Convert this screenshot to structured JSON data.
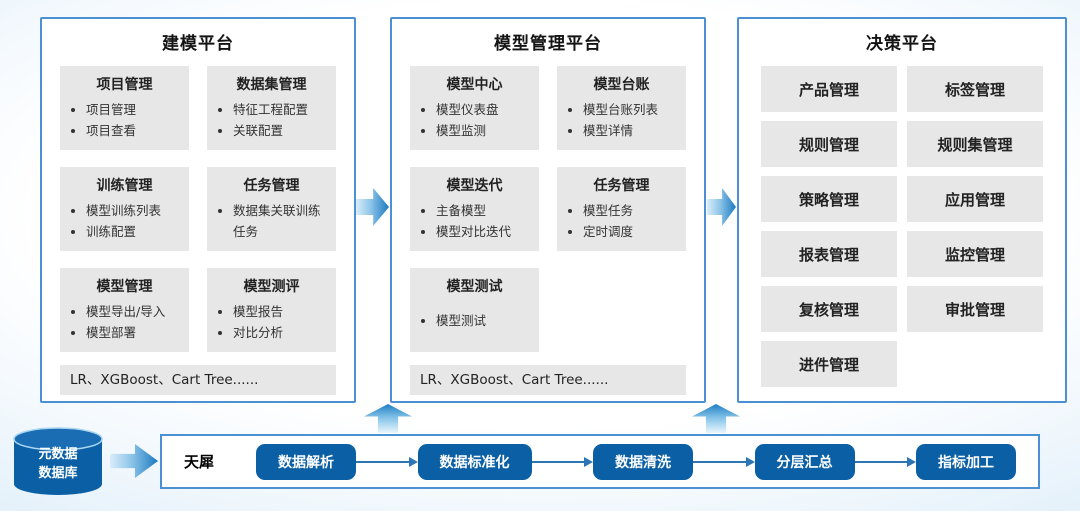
{
  "colors": {
    "panel_border": "#4a90d2",
    "card_bg": "#e7e7e7",
    "accent_blue": "#0b5fa5",
    "arrow_gradient_light": "#d9edf9",
    "arrow_gradient_dark": "#1b79c0"
  },
  "platforms": [
    {
      "title": "建模平台",
      "cards": [
        {
          "title": "项目管理",
          "items": [
            "项目管理",
            "项目查看"
          ]
        },
        {
          "title": "数据集管理",
          "items": [
            "特征工程配置",
            "关联配置"
          ]
        },
        {
          "title": "训练管理",
          "items": [
            "模型训练列表",
            "训练配置"
          ]
        },
        {
          "title": "任务管理",
          "items": [
            "数据集关联训练任务"
          ]
        },
        {
          "title": "模型管理",
          "items": [
            "模型导出/导入",
            "模型部署"
          ]
        },
        {
          "title": "模型测评",
          "items": [
            "模型报告",
            "对比分析"
          ]
        }
      ],
      "footer": "LR、XGBoost、Cart Tree......"
    },
    {
      "title": "模型管理平台",
      "cards": [
        {
          "title": "模型中心",
          "items": [
            "模型仪表盘",
            "模型监测"
          ]
        },
        {
          "title": "模型台账",
          "items": [
            "模型台账列表",
            "模型详情"
          ]
        },
        {
          "title": "模型迭代",
          "items": [
            "主备模型",
            "模型对比迭代"
          ]
        },
        {
          "title": "任务管理",
          "items": [
            "模型任务",
            "定时调度"
          ]
        },
        {
          "title": "模型测试",
          "items": [
            "模型测试"
          ]
        }
      ],
      "footer": "LR、XGBoost、Cart Tree......"
    },
    {
      "title": "决策平台",
      "modules": [
        "产品管理",
        "标签管理",
        "规则管理",
        "规则集管理",
        "策略管理",
        "应用管理",
        "报表管理",
        "监控管理",
        "复核管理",
        "审批管理",
        "进件管理"
      ]
    }
  ],
  "flow": {
    "database": {
      "line1": "元数据",
      "line2": "数据库"
    },
    "engine": "天犀",
    "stages": [
      "数据解析",
      "数据标准化",
      "数据清洗",
      "分层汇总",
      "指标加工"
    ]
  }
}
